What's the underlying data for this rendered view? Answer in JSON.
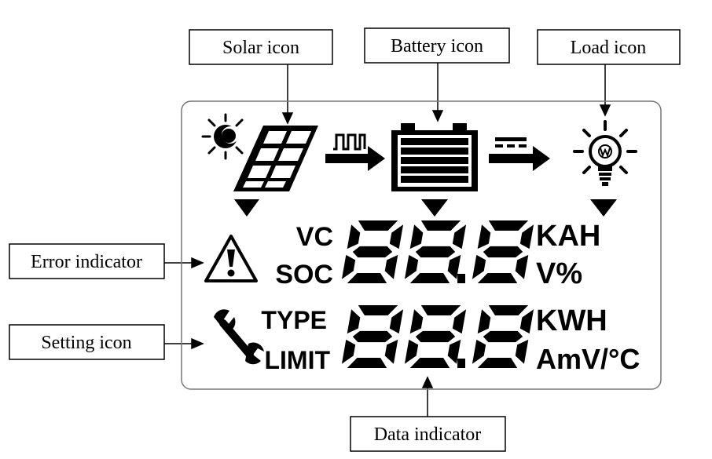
{
  "callouts": {
    "solar": "Solar icon",
    "battery": "Battery icon",
    "load": "Load icon",
    "error": "Error indicator",
    "setting": "Setting icon",
    "data": "Data indicator"
  },
  "display": {
    "row1": {
      "left_top": "VC",
      "left_bottom": "SOC",
      "digits": "88.8",
      "right_top": "KAH",
      "right_bottom": "V%"
    },
    "row2": {
      "left_top": "TYPE",
      "left_bottom": "LIMIT",
      "digits": "88.8",
      "right_top": "KWH",
      "right_bottom": "AmV/°C"
    }
  },
  "icons": [
    "sun-icon",
    "solar-panel-icon",
    "pulse-arrow-icon",
    "battery-icon",
    "dc-arrow-icon",
    "light-bulb-icon",
    "warning-icon",
    "wrench-icon"
  ]
}
